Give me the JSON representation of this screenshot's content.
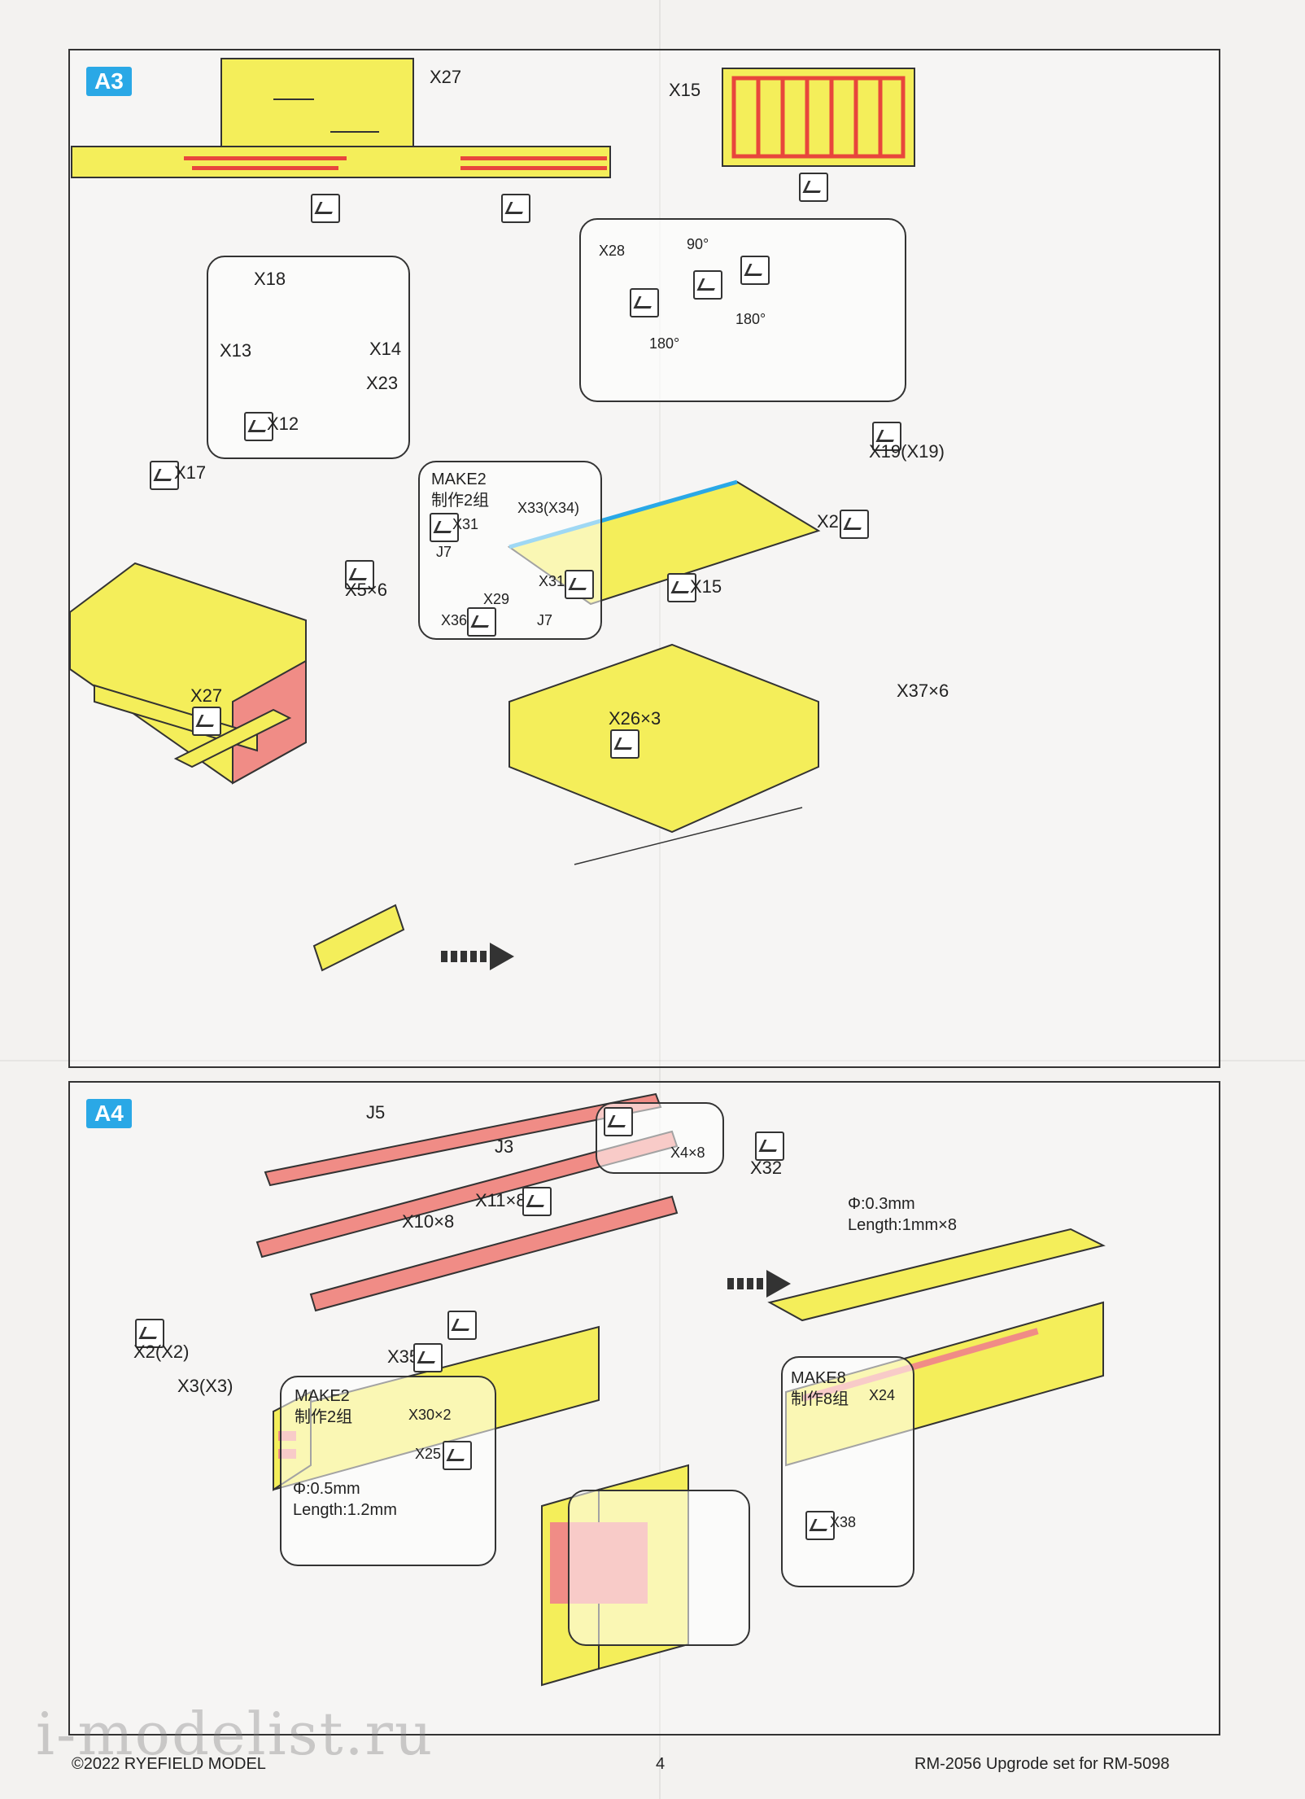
{
  "sections": {
    "a3": {
      "badge": "A3",
      "labels": {
        "x27_top": "X27",
        "x15_top": "X15",
        "x18": "X18",
        "x13": "X13",
        "x14": "X14",
        "x23": "X23",
        "x12": "X12",
        "x17": "X17",
        "x5": "X5×6",
        "x27_box": "X27",
        "make2": "MAKE2",
        "make2_cn": "制作2组",
        "x33": "X33(X34)",
        "x31a": "X31",
        "j7a": "J7",
        "x31b": "X31",
        "x29": "X29",
        "x36": "X36",
        "j7b": "J7",
        "x28": "X28",
        "deg90": "90°",
        "deg180a": "180°",
        "deg180b": "180°",
        "x19": "X19(X19)",
        "x21": "X21",
        "x15": "X15",
        "x26": "X26×3",
        "x37": "X37×6"
      }
    },
    "a4": {
      "badge": "A4",
      "labels": {
        "j5": "J5",
        "j3": "J3",
        "x11": "X11×8",
        "x10": "X10×8",
        "x35": "X35",
        "x2": "X2(X2)",
        "x3": "X3(X3)",
        "make2": "MAKE2",
        "make2_cn": "制作2组",
        "x30": "X30×2",
        "x25": "X25",
        "phi05": "Φ:0.5mm",
        "len12": "Length:1.2mm",
        "x4": "X4×8",
        "x32": "X32",
        "phi03": "Φ:0.3mm",
        "len1": "Length:1mm×8",
        "make8": "MAKE8",
        "make8_cn": "制作8组",
        "x24": "X24",
        "x38": "X38"
      }
    }
  },
  "footer": {
    "copyright": "©2022 RYEFIELD MODEL",
    "page": "4",
    "product": "RM-2056 Upgrode set for RM-5098"
  },
  "watermark": "i-modelist.ru",
  "colors": {
    "part_yellow": "#f4ee5a",
    "resin_pink": "#f08c86",
    "accent_blue": "#2aa8e6",
    "etch_red": "#e8463c"
  }
}
